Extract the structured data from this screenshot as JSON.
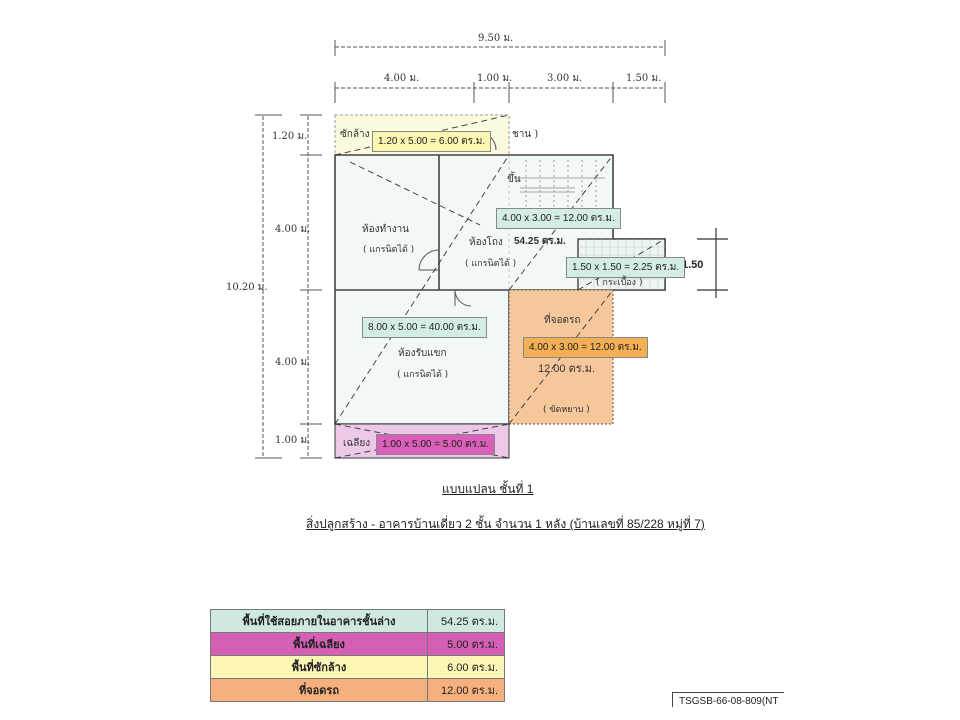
{
  "dimensions": {
    "top_total": "9.50 ม.",
    "top_segments": [
      "4.00 ม.",
      "1.00 ม.",
      "3.00 ม.",
      "1.50 ม."
    ],
    "left_total": "10.20 ม.",
    "left_segments": [
      "1.20 ม.",
      "4.00 ม.",
      "4.00 ม.",
      "1.00 ม."
    ],
    "right_bay": "1.50"
  },
  "rooms": {
    "laundry": "ซักล้าง",
    "laundry_extra": "ชาน )",
    "office": "ห้องทำงาน",
    "office_note": "( แกรนิตได้ )",
    "hall": "ห้องโถง",
    "hall_area": "54.25 ตร.ม.",
    "hall_note": "( แกรนิตได้ )",
    "stairs": "ขึ้น",
    "reception": "ห้องรับแขก",
    "reception_note": "( แกรนิตได้ )",
    "bay": "( กระเบื้อง )",
    "parking": "ที่จอดรถ",
    "parking_area": "12.00 ตร.ม.",
    "parking_note": "( ขัดหยาบ )",
    "veranda": "เฉลียง"
  },
  "area_labels": {
    "laundry": "1.20 x 5.00 = 6.00 ตร.ม.",
    "stair_hall": "4.00 x 3.00 = 12.00 ตร.ม.",
    "bay": "1.50 x 1.50 = 2.25 ตร.ม.",
    "reception": "8.00 x 5.00 = 40.00 ตร.ม.",
    "parking": "4.00 x 3.00 = 12.00 ตร.ม.",
    "veranda": "1.00 x 5.00 = 5.00 ตร.ม."
  },
  "titles": {
    "plan": "แบบแปลน  ชั้นที่ 1",
    "building": "สิ่งปลูกสร้าง - อาคารบ้านเดี่ยว 2 ชั้น จำนวน 1 หลัง (บ้านเลขที่ 85/228 หมู่ที่ 7)"
  },
  "summary": [
    {
      "name": "พื้นที่ใช้สอยภายในอาคารชั้นล่าง",
      "value": "54.25 ตร.ม.",
      "color": "#cfe9e2"
    },
    {
      "name": "พื้นที่เฉลียง",
      "value": "5.00 ตร.ม.",
      "color": "#d45fb3"
    },
    {
      "name": "พื้นที่ซักล้าง",
      "value": "6.00 ตร.ม.",
      "color": "#fbf6b5"
    },
    {
      "name": "ที่จอดรถ",
      "value": "12.00 ตร.ม.",
      "color": "#f6b07e"
    }
  ],
  "colors": {
    "interior": "#f2f8f7",
    "laundry": "#fbfadf",
    "veranda": "#ecc9e8",
    "parking": "#f7c79c",
    "label_green": "#d3ece4",
    "label_yellow": "#fbf7b3",
    "label_pink": "#d95fb8",
    "label_orange": "#f4ae54"
  },
  "document_code": "TSGSB-66-08-809(NT"
}
